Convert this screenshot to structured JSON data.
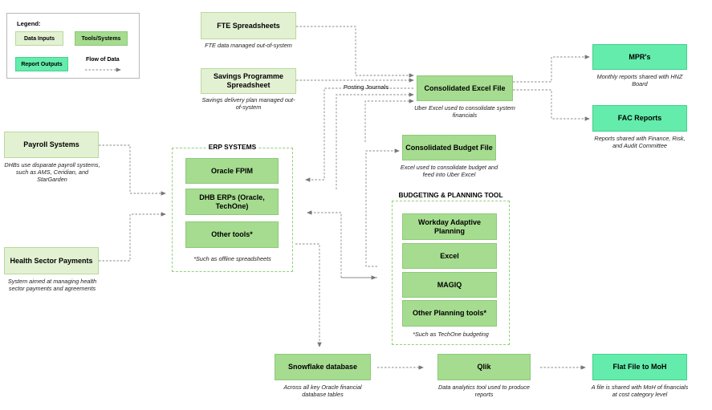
{
  "legend": {
    "title": "Legend:",
    "data_inputs": "Data Inputs",
    "tools_systems": "Tools/Systems",
    "report_outputs": "Report Outputs",
    "flow_of_data": "Flow of Data"
  },
  "fte": {
    "label": "FTE Spreadsheets",
    "caption": "FTE data managed out-of-system"
  },
  "savings": {
    "label": "Savings Programme Spreadsheet",
    "caption": "Savings delivery plan managed out-of-system"
  },
  "posting_journals": "Posting Journals",
  "consolidated_excel": {
    "label": "Consolidated Excel File",
    "caption": "Uber Excel used to consolidate system financials"
  },
  "mpr": {
    "label": "MPR's",
    "caption": "Monthly reports shared with HNZ Board"
  },
  "fac": {
    "label": "FAC Reports",
    "caption": "Reports shared with Finance, Risk, and Audit Committee"
  },
  "consolidated_budget": {
    "label": "Consolidated Budget File",
    "caption": "Excel used to consolidate budget and feed into Uber Excel"
  },
  "payroll": {
    "label": "Payroll Systems",
    "caption": "DHBs use disparate payroll systems, such as AMS, Ceridian, and StarGarden"
  },
  "health_payments": {
    "label": "Health Sector Payments",
    "caption": "System aimed at managing health sector payments and agreements"
  },
  "erp": {
    "title": "ERP SYSTEMS",
    "items": [
      "Oracle FPIM",
      "DHB ERPs (Oracle, TechOne)",
      "Other tools*"
    ],
    "note": "*Such as offline spreadsheets"
  },
  "budgeting": {
    "title": "BUDGETING & PLANNING TOOL",
    "items": [
      "Workday Adaptive Planning",
      "Excel",
      "MAGIQ",
      "Other Planning tools*"
    ],
    "note": "*Such as TechOne budgeting"
  },
  "snowflake": {
    "label": "Snowflake database",
    "caption": "Across all key Oracle financial database tables"
  },
  "qlik": {
    "label": "Qlik",
    "caption": "Data analytics tool used to produce reports"
  },
  "flatfile": {
    "label": "Flat File to MoH",
    "caption": "A file is shared with MoH of financials at cost category level"
  },
  "colors": {
    "data_input": "#e3f1d3",
    "tool": "#a6dc90",
    "output": "#63ecac",
    "group_border": "#8fd27a",
    "arrow": "#777777"
  }
}
